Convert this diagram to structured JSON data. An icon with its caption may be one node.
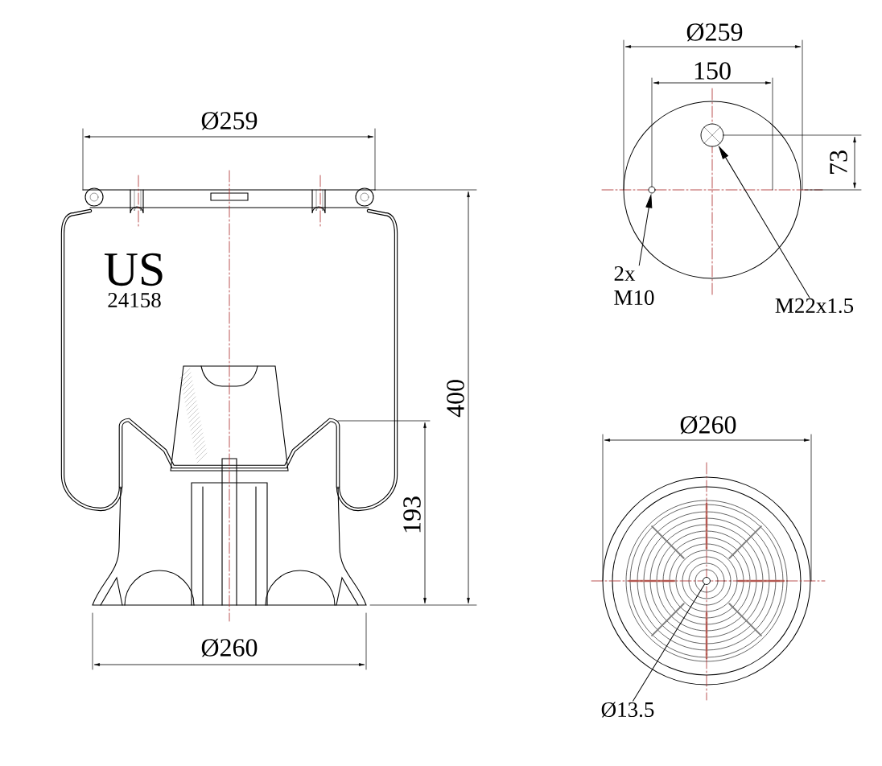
{
  "diagram": {
    "nodes": [
      {
        "text": [
          "2x M10"
        ]
      },
      {
        "text": [],
        "shape": "circle"
      },
      {
        "text": [
          "M22x1.5"
        ]
      },
      {
        "text": [],
        "shape": "circle"
      },
      {
        "text": [
          "Ø13.5"
        ]
      },
      {
        "text": [],
        "shape": "circle"
      }
    ],
    "edges": [
      {
        "from": 0,
        "to": 1,
        "arrow": "to"
      },
      {
        "from": 2,
        "to": 3,
        "arrow": "to"
      },
      {
        "from": 4,
        "to": 5,
        "arrow": "none"
      }
    ],
    "labels": [
      "Ø259",
      "US",
      "24158",
      "400",
      "193",
      "Ø260",
      "Ø259",
      "150",
      "73",
      "Ø260"
    ]
  }
}
